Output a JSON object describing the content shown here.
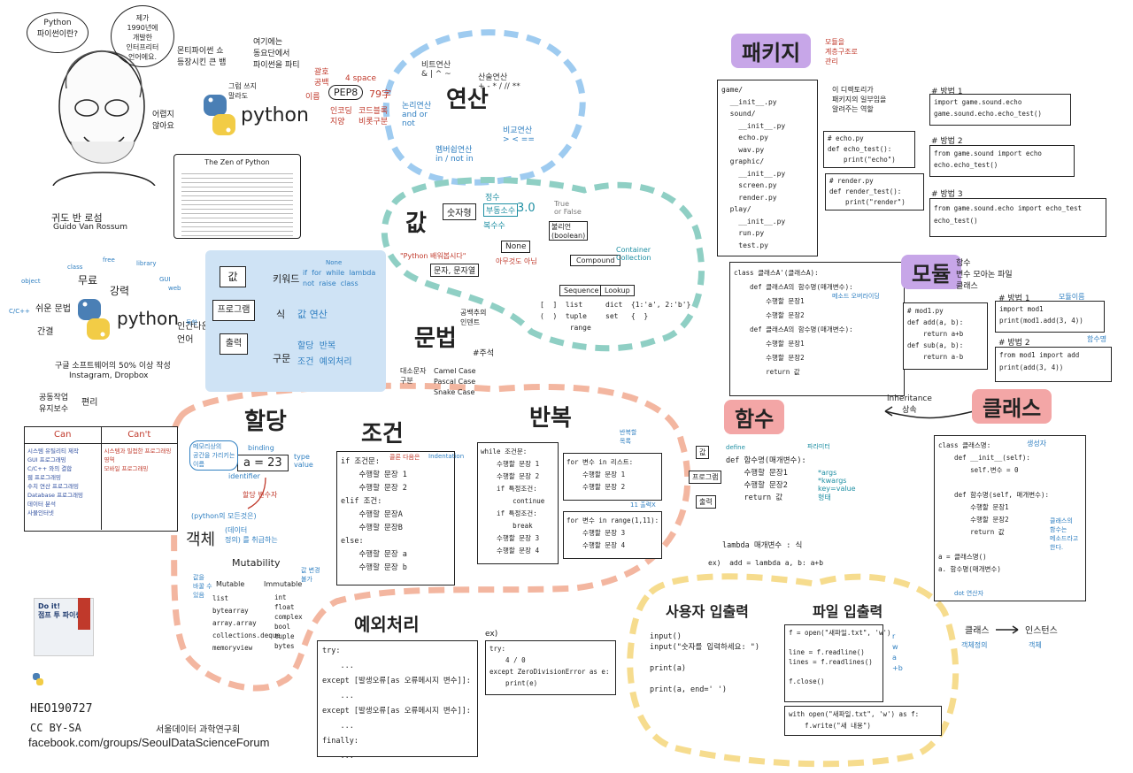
{
  "python_intro": {
    "speech1": "Python\n파이썬이란?",
    "speech2": "제가\n1990년에\n개발한\n인터프리터\n언어에요.",
    "creator_ko": "귀도 반 로섬",
    "creator_en": "Guido Van Rossum",
    "easy_note": "어렵지\n않아요",
    "monty": "몬티파이썬 쇼\n등장시킨 큰 뱀",
    "flying": "여기에는\n동요단에서\n파이썬을 파티",
    "logo_text": "python",
    "why_note": "그럼 쓰지\n말라도"
  },
  "pep8": {
    "label": "PEP8",
    "chars": "79字",
    "notes": [
      "공백",
      "괄호",
      "4 space",
      "이름",
      "인코딩",
      "지양",
      "코드블록",
      "비롯구분"
    ]
  },
  "zen": {
    "title": "The Zen of Python"
  },
  "features": {
    "logo_text": "python",
    "free": "무료",
    "strong": "강력",
    "easy": "쉬운 문법",
    "concise": "간결",
    "human": "인간다운\n언어",
    "usage": "구글 소프트웨어의 50% 이상 작성",
    "companies": "Instagram, Dropbox",
    "collab": "공동작업\n유지보수",
    "convenient": "편리",
    "notes": [
      "class",
      "object",
      "free",
      "library",
      "GUI",
      "web",
      "C/C++",
      "독학"
    ]
  },
  "can_table": {
    "can": "Can",
    "cant": "Can't",
    "can_items": [
      "시스템 유틸리티 제작",
      "GUI 프로그래밍",
      "C/C++ 와의 결합",
      "웹 프로그래밍",
      "수치 연산 프로그래밍",
      "Database 프로그래밍",
      "데이터 분석",
      "사물인터넷"
    ],
    "cant_items": [
      "시스템과 밀접한 프로그래밍 영역",
      "모바일 프로그래밍"
    ]
  },
  "io_box": {
    "values": [
      "값",
      "프로그램",
      "출력"
    ],
    "keywords_label": "키워드",
    "keywords": "if  for  while  lambda\nnot  raise  class",
    "none_label": "None",
    "expr_label": "식",
    "expr_items": "값  연산",
    "stmt_label": "구문",
    "stmt_items": "할당  반복\n조건  예외처리"
  },
  "operators": {
    "title": "연산",
    "bitwise": "비트연산\n& | ^ ~",
    "arith": "산술연산\n+ - * / // **",
    "logic": "논리연산\nand  or\nnot",
    "compare": "비교연산\n> < ==",
    "member": "멤버쉽연산\nin / not in"
  },
  "values": {
    "title": "값",
    "number": "숫자형",
    "int": "정수",
    "float": "부동소수",
    "complex": "복수수",
    "float_val": "3.0",
    "bool": "불리언\n(boolean)",
    "true_false": "True\nor False",
    "none": "None",
    "none_desc": "아무것도 아님",
    "string_ex": "\"Python 배워봅시다\"",
    "string": "문자, 문자열",
    "compound": "Compound",
    "container": "Container\nCollection",
    "sequence": "Sequence",
    "lookup": "Lookup",
    "seq_items": "[  ]  list\n(  )  tuple\n       range",
    "lookup_items": "dict  {1:'a', 2:'b'}\nset   {  }"
  },
  "syntax": {
    "title": "문법",
    "comment": "#주석",
    "camel": "대소문자\n구분",
    "styles": "Camel Case\nPascal Case\nSnake Case",
    "indent": "공백추의\n인덴트"
  },
  "assign": {
    "title": "할당",
    "binding": "binding",
    "expr": "a  =  23",
    "type": "type\nvalue",
    "identifier": "identifier",
    "mem_note": "메모리상의\n공간을 가리키는\n이름",
    "var_note": "할당 변수자",
    "object_note": "(python의 모든것은)",
    "object": "객체",
    "object_desc": "(데이터\n정의) 를 취급하는",
    "mutability": "Mutability",
    "mutable": "Mutable",
    "immutable": "Immutable",
    "mutable_items": "list\nbytearray\narray.array\ncollections.deque\nmemoryview",
    "immutable_items": "int\nfloat\ncomplex\nbool\ntuple\nbytes",
    "change_note": "값을\n바꿀 수\n있음",
    "fixed_note": "값 변경\n불가"
  },
  "condition": {
    "title": "조건",
    "code": "if 조건문:\n    수행할 문장 1\n    수행할 문장 2\nelif 조건:\n    수행할 문장A\n    수행할 문장B\nelse:\n    수행할 문장 a\n    수행할 문장 b",
    "indent": "Indentation",
    "colon": "콜론 다음은"
  },
  "loop": {
    "title": "반복",
    "while_code": "while 조건문:\n    수행할 문장 1\n    수행할 문장 2\n    if 특정조건:\n        continue\n    if 특정조건:\n        break\n    수행할 문장 3\n    수행할 문장 4",
    "for_code": "for 변수 in 리스트:\n    수행할 문장 1\n    수행할 문장 2",
    "range_code": "for 변수 in range(1,11):\n    수행할 문장 3\n    수행할 문장 4",
    "note1": "반복할\n목록",
    "note2": "11 출력X"
  },
  "exception": {
    "title": "예외처리",
    "code": "try:\n    ...\nexcept [발생오류[as 오류메시지 변수]]:\n    ...\nexcept [발생오류[as 오류메시지 변수]]:\n    ...\nfinally:\n    ...",
    "ex_label": "ex)",
    "ex_code": "try:\n    4 / 0\nexcept ZeroDivisionError as e:\n    print(e)"
  },
  "package": {
    "title": "패키지",
    "note": "모듈을\n계층구조로\n관리",
    "tree": "game/\n  __init__.py\n  sound/\n    __init__.py\n    echo.py\n    wav.py\n  graphic/\n    __init__.py\n    screen.py\n    render.py\n  play/\n    __init__.py\n    run.py\n    test.py",
    "init_note": "이 디렉토리가\n패키지의 일부임을\n알려주는 역할",
    "echo_code": "# echo.py\ndef echo_test():\n    print(\"echo\")",
    "render_code": "# render.py\ndef render_test():\n    print(\"render\")",
    "m1_label": "# 방법 1",
    "m1_code": "import game.sound.echo\ngame.sound.echo.echo_test()",
    "m2_label": "# 방법 2",
    "m2_code": "from game.sound import echo\necho.echo_test()",
    "m3_label": "# 방법 3",
    "m3_code": "from game.sound.echo import echo_test\necho_test()"
  },
  "module": {
    "title": "모듈",
    "desc": "함수\n변수   모아논 파일\n클래스",
    "code": "# mod1.py\ndef add(a, b):\n    return a+b\ndef sub(a, b):\n    return a-b",
    "m1_label": "# 방법 1",
    "m1_code": "import mod1\nprint(mod1.add(3, 4))",
    "m1_note": "모듈이름",
    "m2_label": "# 방법 2",
    "m2_code": "from mod1 import add\nprint(add(3, 4))",
    "m2_note": "함수명"
  },
  "class_def": {
    "code": "class 클래스A'(클래스A):\n    def 클래스A의 함수명(매개변수):\n        수행할 문장1\n        수행할 문장2\n    def 클래스A의 함수명(매개변수):\n        수행할 문장1\n        수행할 문장2\n        return 값",
    "override": "메소드 오버라이딩",
    "inherit": "inheritance\n상속"
  },
  "klass": {
    "title": "클래스",
    "code": "class 클래스명:\n    def __init__(self):\n        self.변수 = 0\n\n    def 함수명(self, 매개변수):\n        수행할 문장1\n        수행할 문장2\n        return 값\n\na = 클래스명()\na. 함수명(매개변수)",
    "ctor": "생성자",
    "method_note": "클래스의\n함수는\n메소드라고\n한다.",
    "dot_note": "dot 연산자",
    "instance_from": "클래스",
    "instance_to": "인스턴스",
    "instance_from_sub": "객체정의",
    "instance_to_sub": "객체"
  },
  "function": {
    "title": "함수",
    "flow": [
      "값",
      "프로그램",
      "출력"
    ],
    "define": "define",
    "code": "def 함수명(매개변수):\n    수행할 문장1\n    수행할 문장2\n    return 값",
    "param_note": "파라미터",
    "args": "*args\n*kwargs\nkey=value\n형태",
    "lambda": "lambda 매개변수 : 식",
    "lambda_ex": "ex)  add = lambda a, b: a+b"
  },
  "user_io": {
    "title": "사용자 입출력",
    "code": "input()\ninput(\"숫자를 입력하세요: \")\n\nprint(a)\n\nprint(a, end=' ')"
  },
  "file_io": {
    "title": "파일 입출력",
    "code": "f = open(\"새파일.txt\", 'w')\n\nline = f.readline()\nlines = f.readlines()\n\nf.close()",
    "modes": "r\nw\na\n+b",
    "with_code": "with open(\"새파일.txt\", 'w') as f:\n    f.write(\"새 내용\")"
  },
  "credits": {
    "book": "Do it!\n점프 투 파이썬",
    "id": "HEO190727",
    "license": "CC BY-SA",
    "org": "서울데이터 과학연구회",
    "url": "facebook.com/groups/SeoulDataScienceForum"
  },
  "colors": {
    "blue_cloud": "#9ecbf0",
    "teal_cloud": "#8fcfc4",
    "orange_cloud": "#f3b6a0",
    "yellow_cloud": "#f6dc8e",
    "purple_tag": "#c7a6e8",
    "red_tag": "#f3a6a6",
    "blue_box": "#cfe3f5"
  }
}
